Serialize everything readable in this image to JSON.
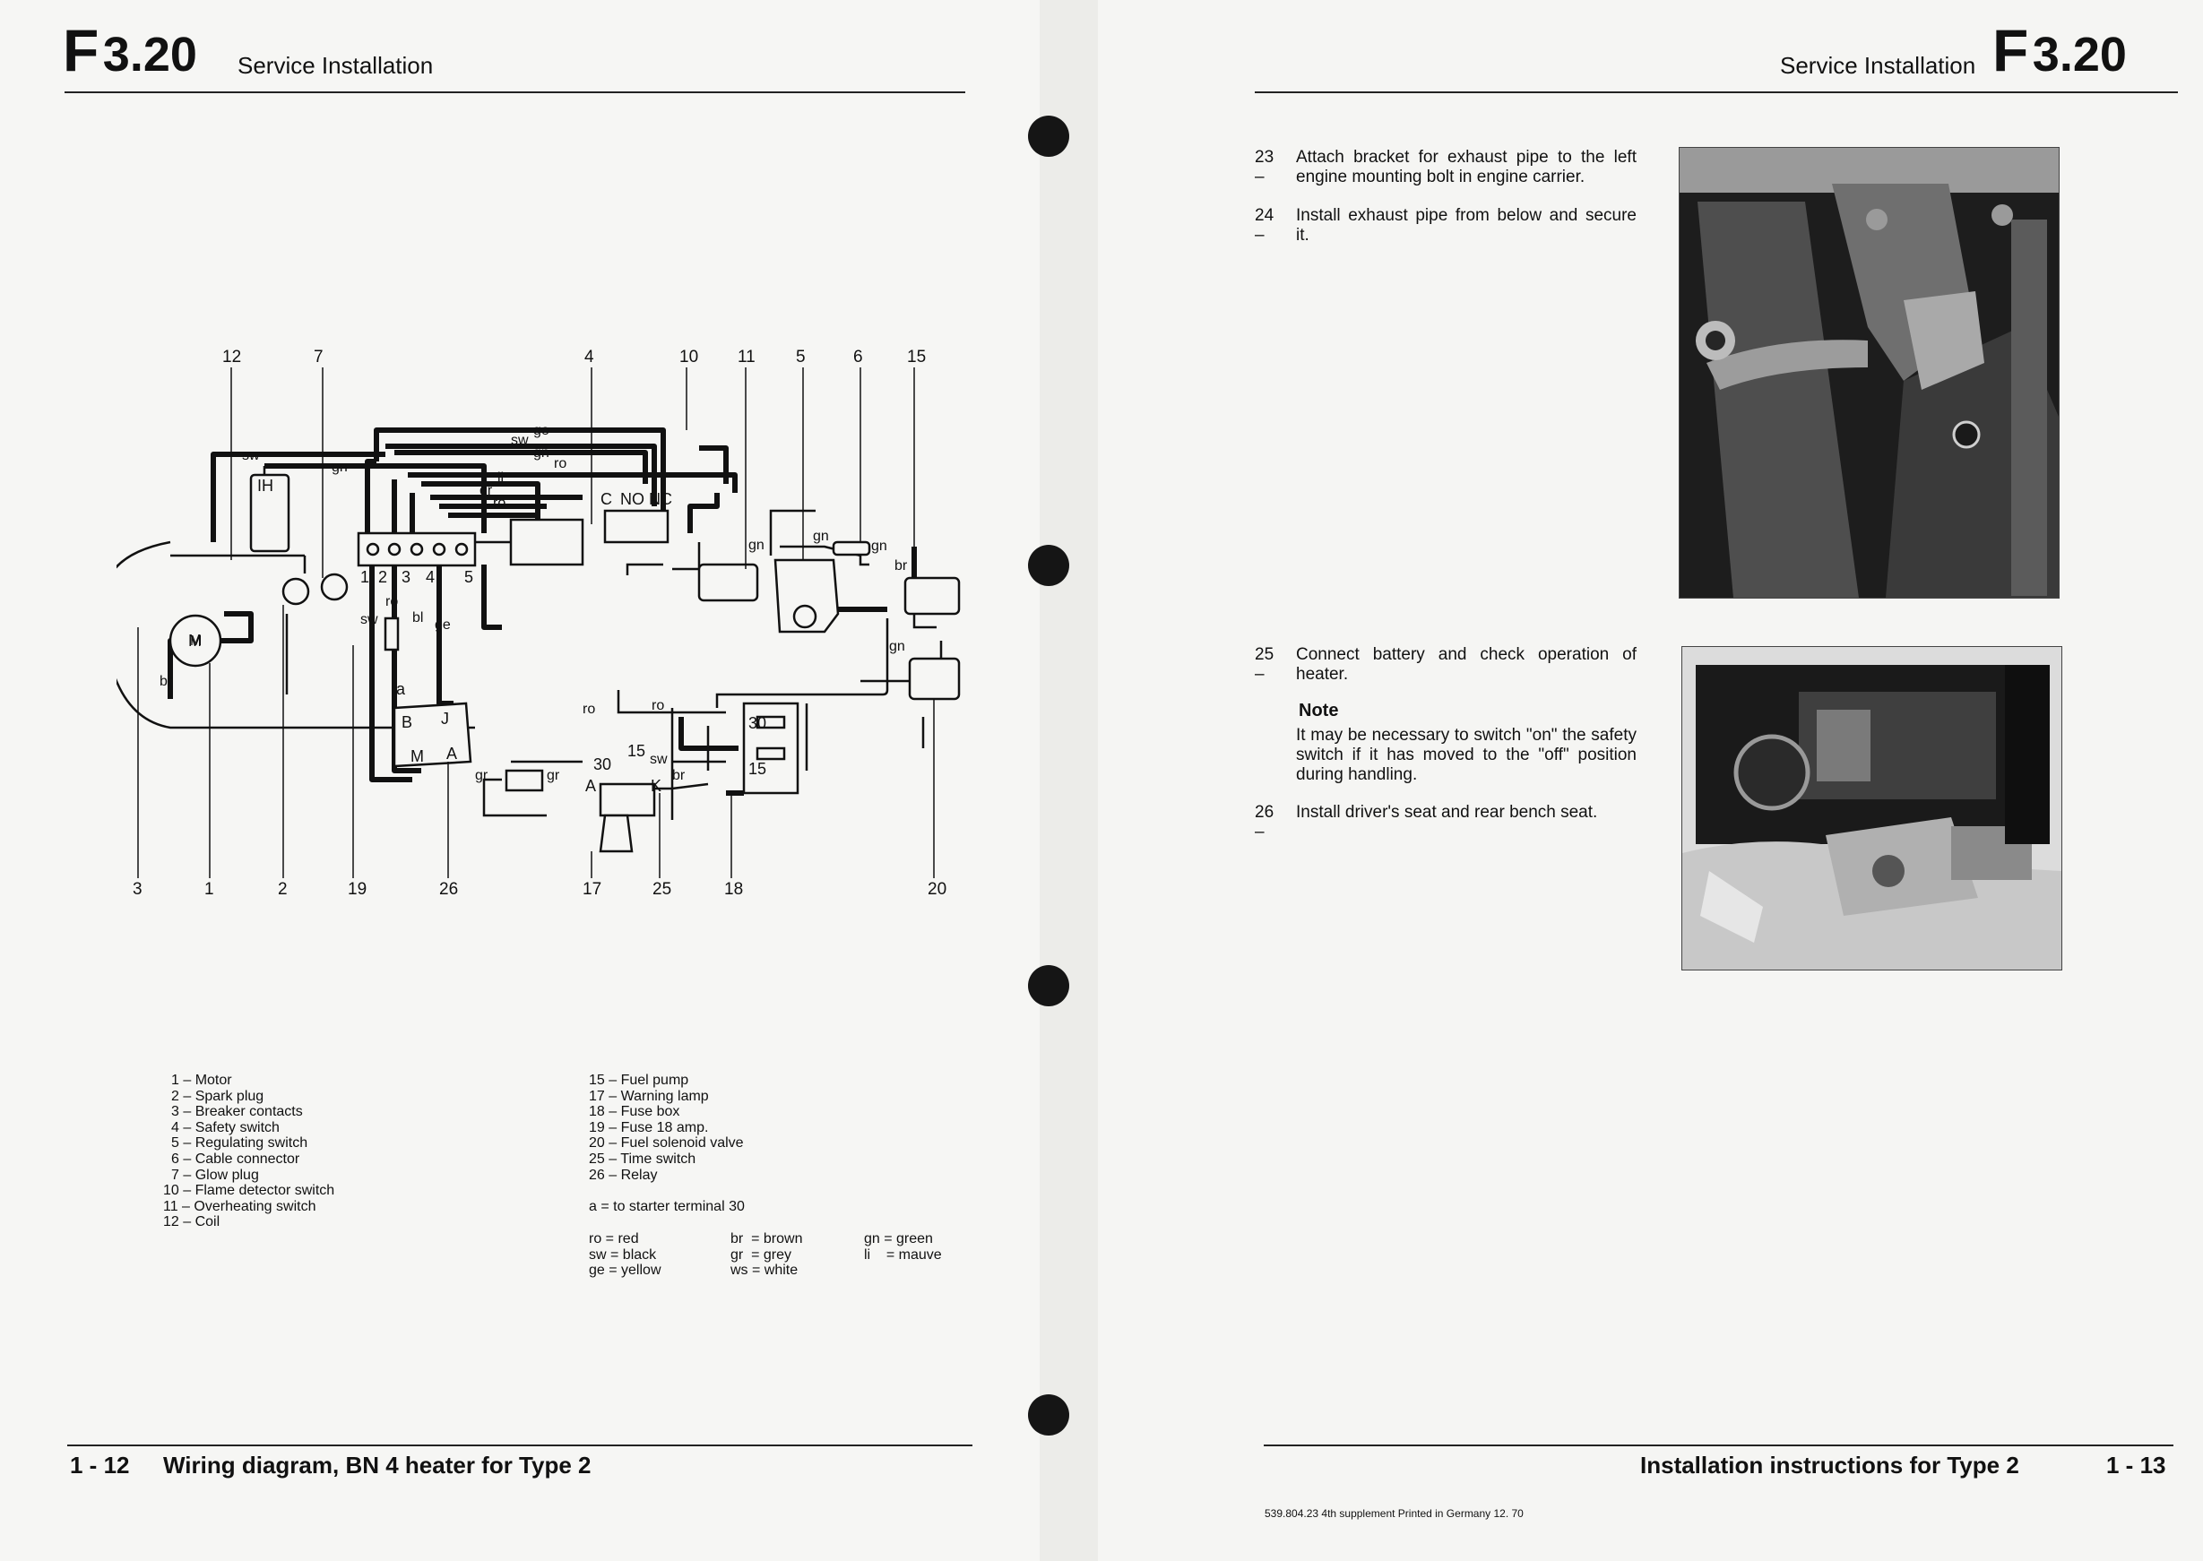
{
  "left": {
    "header": {
      "code_letter": "F",
      "code_num": "3.20",
      "title": "Service Installation"
    },
    "diagram": {
      "top_labels": [
        "12",
        "7",
        "4",
        "10",
        "11",
        "5",
        "6",
        "15"
      ],
      "bottom_labels": [
        "3",
        "1",
        "2",
        "19",
        "26",
        "17",
        "25",
        "18",
        "20"
      ],
      "wire_labels": [
        "sw",
        "gn",
        "ge",
        "sw",
        "gn",
        "ro",
        "li",
        "gr",
        "ro",
        "gn",
        "gn",
        "gn",
        "br",
        "gn",
        "ro",
        "ro",
        "bl",
        "sw",
        "ge",
        "ro",
        "sw",
        "gr",
        "gr",
        "br",
        "br"
      ],
      "terminal_labels": [
        "1",
        "2",
        "3",
        "4",
        "5",
        "C",
        "NO",
        "NC",
        "30",
        "15",
        "30",
        "15",
        "A",
        "K",
        "B",
        "J",
        "M",
        "A",
        "IH",
        "M",
        "a"
      ]
    },
    "legend_left": [
      "1 – Motor",
      "2 – Spark plug",
      "3 – Breaker contacts",
      "4 – Safety switch",
      "5 – Regulating switch",
      "6 – Cable connector",
      "7 – Glow plug",
      "10 – Flame detector switch",
      "11 – Overheating switch",
      "12 – Coil"
    ],
    "legend_right": [
      "15 – Fuel pump",
      "17 – Warning lamp",
      "18 – Fuse box",
      "19 – Fuse 18 amp.",
      "20 – Fuel solenoid valve",
      "25 – Time switch",
      "26 – Relay"
    ],
    "legend_note": "a  =  to starter terminal 30",
    "colors": [
      [
        "ro = red",
        "sw = black",
        "ge = yellow"
      ],
      [
        "br  = brown",
        "gr  = grey",
        "ws = white"
      ],
      [
        "gn = green",
        "li    = mauve"
      ]
    ],
    "footer": {
      "page": "1 - 12",
      "title": "Wiring diagram, BN 4 heater for Type 2"
    }
  },
  "right": {
    "header": {
      "title": "Service Installation",
      "code_letter": "F",
      "code_num": "3.20"
    },
    "steps": [
      {
        "num": "23 –",
        "text": "Attach bracket for exhaust pipe to the left engine mounting bolt in engine carrier."
      },
      {
        "num": "24 –",
        "text": "Install exhaust pipe from below and secure it."
      },
      {
        "num": "25 –",
        "text": "Connect battery and check operation of heater."
      },
      {
        "num": "26 –",
        "text": "Install driver's seat and rear bench seat."
      }
    ],
    "note": {
      "heading": "Note",
      "text": "It may be necessary to switch \"on\" the safety switch if it has moved to the \"off\" position during handling."
    },
    "footer": {
      "title": "Installation instructions for Type 2",
      "page": "1 - 13"
    },
    "imprint": "539.804.23   4th supplement   Printed in Germany   12. 70"
  }
}
